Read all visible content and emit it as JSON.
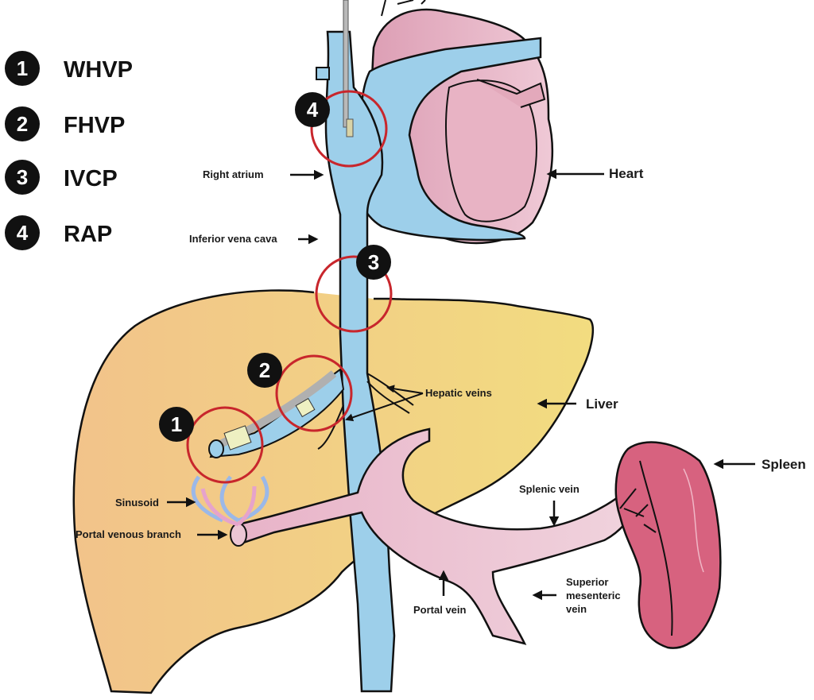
{
  "legend": [
    {
      "number": "1",
      "label": "WHVP"
    },
    {
      "number": "2",
      "label": "FHVP"
    },
    {
      "number": "3",
      "label": "IVCP"
    },
    {
      "number": "4",
      "label": "RAP"
    }
  ],
  "labels": {
    "right_atrium": "Right atrium",
    "inferior_vena_cava": "Inferior vena cava",
    "heart": "Heart",
    "hepatic_veins": "Hepatic veins",
    "liver": "Liver",
    "spleen": "Spleen",
    "sinusoid": "Sinusoid",
    "portal_venous_branch": "Portal venous branch",
    "splenic_vein": "Splenic vein",
    "portal_vein": "Portal vein",
    "superior_mesenteric_vein_line1": "Superior",
    "superior_mesenteric_vein_line2": "mesenteric",
    "superior_mesenteric_vein_line3": "vein"
  },
  "colors": {
    "venous_blue": "#9dcfea",
    "heart_pink": "#e3a9bb",
    "liver_orange": "#f2c388",
    "liver_yellow": "#f1d983",
    "portal_pink": "#ecc6d4",
    "spleen": "#d7627f",
    "marker_red": "#c8262c",
    "badge_black": "#111111"
  }
}
